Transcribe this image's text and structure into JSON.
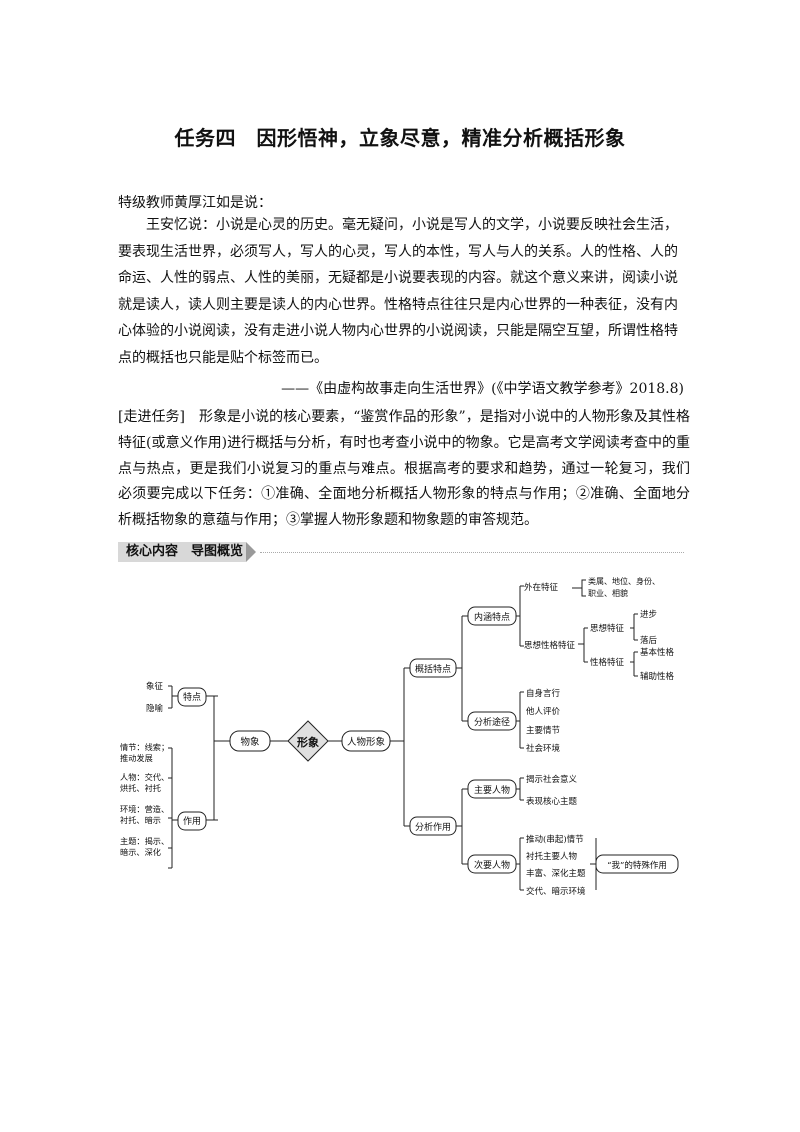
{
  "title": "任务四　因形悟神，立象尽意，精准分析概括形象",
  "intro": "特级教师黄厚江如是说：",
  "quote": "王安忆说：小说是心灵的历史。毫无疑问，小说是写人的文学，小说要反映社会生活，要表现生活世界，必须写人，写人的心灵，写人的本性，写人与人的关系。人的性格、人的命运、人性的弱点、人性的美丽，无疑都是小说要表现的内容。就这个意义来讲，阅读小说就是读人，读人则主要是读人的内心世界。性格特点往往只是内心世界的一种表征，没有内心体验的小说阅读，没有走进小说人物内心世界的小说阅读，只能是隔空互望，所谓性格特点的概括也只能是贴个标签而已。",
  "source": "——《由虚构故事走向生活世界》(《中学语文教学参考》2018.8)",
  "task": "[走进任务]　形象是小说的核心要素，“鉴赏作品的形象”，是指对小说中的人物形象及其性格特征(或意义作用)进行概括与分析，有时也考查小说中的物象。它是高考文学阅读考查中的重点与热点，更是我们小说复习的重点与难点。根据高考的要求和趋势，通过一轮复习，我们必须要完成以下任务：①准确、全面地分析概括人物形象的特点与作用；②准确、全面地分析概括物象的意蕴与作用；③掌握人物形象题和物象题的审答规范。",
  "section": "核心内容　导图概览",
  "mindmap": {
    "center": "形象",
    "wuxiang": "物象",
    "renwu": "人物形象",
    "tedian": "特点",
    "tedian_items": [
      "象征",
      "隐喻"
    ],
    "zuoyong": "作用",
    "zuoyong_items": [
      [
        "情节：线索；",
        "推动发展"
      ],
      [
        "人物：交代、",
        "烘托、衬托"
      ],
      [
        "环境：营造、",
        "衬托、暗示"
      ],
      [
        "主题：揭示、",
        "暗示、深化"
      ]
    ],
    "gaikuo": "概括特点",
    "neihan": "内涵特点",
    "waizai": "外在特征",
    "waizai_detail": [
      "类属、地位、身份、",
      "职业、相貌"
    ],
    "sixiang": "思想性格特征",
    "sixiang_tezheng": "思想特征",
    "sixiang_items": [
      "进步",
      "落后"
    ],
    "xingge_tezheng": "性格特征",
    "xingge_items": [
      "基本性格",
      "辅助性格"
    ],
    "tujing": "分析途径",
    "tujing_items": [
      "自身言行",
      "他人评价",
      "主要情节",
      "社会环境"
    ],
    "fenxi": "分析作用",
    "zhuyao": "主要人物",
    "zhuyao_items": [
      "揭示社会意义",
      "表现核心主题"
    ],
    "ciyao": "次要人物",
    "ciyao_items": [
      "推动(串起)情节",
      "衬托主要人物",
      "丰富、深化主题",
      "交代、暗示环境"
    ],
    "wo": "“我”的特殊作用"
  }
}
